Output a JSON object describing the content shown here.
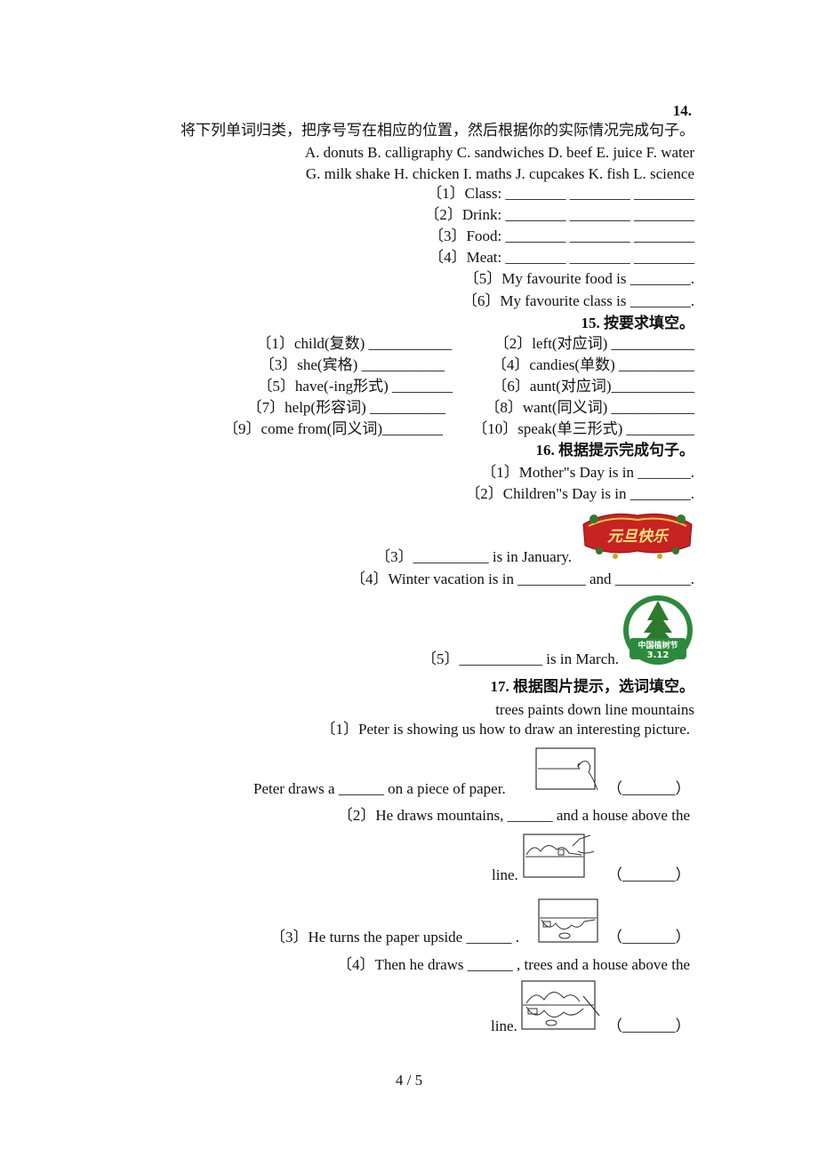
{
  "q14": {
    "number": "14.",
    "instruction": "将下列单词归类，把序号写在相应的位置，然后根据你的实际情况完成句子。",
    "words_line1": "A. donuts   B. calligraphy C. sandwiches D. beef E. juice   F. water",
    "words_line2": "G. milk shake  H. chicken   I. maths   J. cupcakes   K. fish   L. science",
    "items": [
      "〔1〕Class: ________ ________ ________",
      "〔2〕Drink: ________ ________ ________",
      "〔3〕Food: ________ ________ ________",
      "〔4〕Meat: ________ ________ ________",
      "〔5〕My favourite food is ________.",
      "〔6〕My favourite class is ________."
    ]
  },
  "q15": {
    "title": "15. 按要求填空。",
    "rows": [
      [
        "〔1〕child(复数) ___________",
        "〔2〕left(对应词) ___________"
      ],
      [
        "〔3〕she(宾格) ___________",
        "〔4〕candies(单数) __________"
      ],
      [
        "〔5〕have(-ing形式) ________",
        "〔6〕aunt(对应词)___________"
      ],
      [
        "〔7〕help(形容词) __________",
        "〔8〕want(同义词) ___________"
      ],
      [
        "〔9〕come from(同义词)________",
        "〔10〕speak(单三形式) _________"
      ]
    ]
  },
  "q16": {
    "title": "16. 根据提示完成句子。",
    "items": [
      "〔1〕Mother\"s Day is in _______.",
      "〔2〕Children\"s Day is in ________.",
      "〔3〕__________ is in January.",
      "〔4〕Winter vacation is in _________ and __________.",
      "〔5〕___________ is in March."
    ],
    "badge_newyear": "元旦快乐",
    "badge_tree_top": "中国植树节",
    "badge_tree_date": "3.12"
  },
  "q17": {
    "title": "17. 根据图片提示，选词填空。",
    "word_bank": "trees  paints  down  line  mountains",
    "items": [
      "〔1〕Peter is showing us how to draw an interesting picture.",
      "Peter draws a ______  on a piece of paper.",
      "〔2〕He draws mountains, ______ and a house above the",
      "line.",
      "〔3〕He turns the paper upside ______ .",
      "〔4〕Then he draws ______ , trees and a house above the",
      "line."
    ],
    "answer_blank": "（_______）"
  },
  "footer": {
    "page": "4 / 5"
  }
}
